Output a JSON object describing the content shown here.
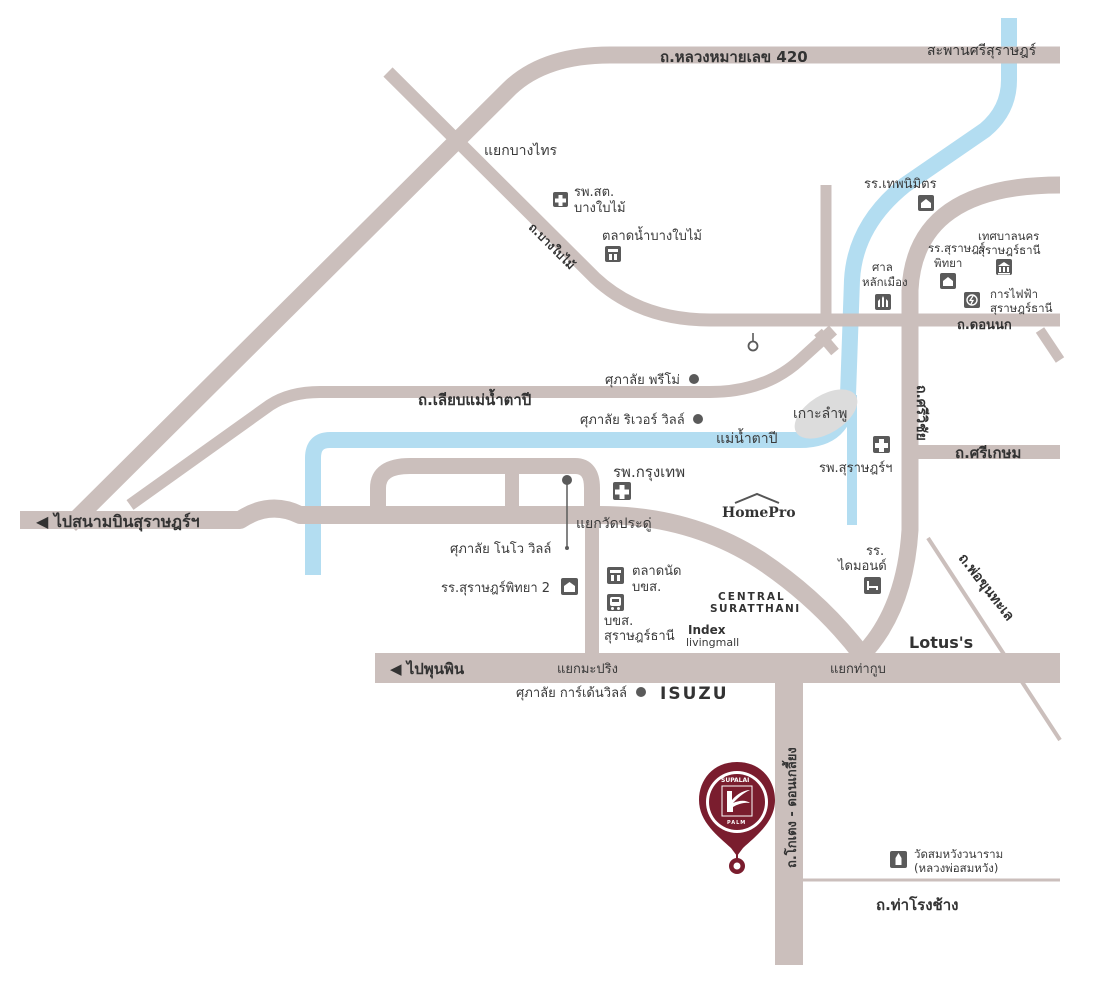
{
  "colors": {
    "road": "#cbbfbc",
    "river": "#b3ddf1",
    "island": "#dcdcdc",
    "icon": "#5a5a5a",
    "pin": "#7a1d2e",
    "text": "#333333"
  },
  "roads": {
    "luang_420": "ถ.หลวงหมายเลข 420",
    "bridge": "สะพานศรีสุราษฎร์",
    "bang_bai_mai": "ถ.บางใบไม้",
    "don_nok": "ถ.ดอนนก",
    "liap_mae_nam": "ถ.เลียบแม่น้ำตาปี",
    "si_wichai": "ถ.ศรีวิชัย",
    "si_kasem": "ถ.ศรีเกษม",
    "pho_khun_thale": "ถ.พ่อขุนทะเล",
    "to_airport": "◀ ไปสนามบินสุราษฎร์ฯ",
    "to_phunphin": "◀ ไปพุนพิน",
    "kho_khe": "ถ.โกเตง - ดอนเกลี้ยง",
    "tha_rong_chang": "ถ.ท่าโรงช้าง"
  },
  "junctions": {
    "bang_sai": "แยกบางไทร",
    "wat_pradu": "แยกวัดประดู่",
    "ma_prang": "แยกมะปริง",
    "tha_kup": "แยกท่ากูบ"
  },
  "water": {
    "river": "แม่น้ำตาปี",
    "island": "เกาะลำพู"
  },
  "places": {
    "hospital_bang_bai_mai": [
      "รพ.สต.",
      "บางใบไม้"
    ],
    "market_bang_bai_mai": "ตลาดน้ำบางใบไม้",
    "school_thep_nimit": "รร.เทพนิมิตร",
    "municipality": [
      "เทศบาลนคร",
      "สุราษฎร์ธานี"
    ],
    "school_surat_phitthaya": [
      "รร.สุราษฎร์",
      "พิทยา"
    ],
    "city_pillar": [
      "ศาล",
      "หลักเมือง"
    ],
    "electricity": [
      "การไฟฟ้า",
      "สุราษฎร์ธานี"
    ],
    "hall_primo": "ศุภาลัย พรีโม่",
    "hall_river_ville": "ศุภาลัย ริเวอร์ วิลล์",
    "hospital_bangkok": "รพ.กรุงเทพ",
    "hospital_surat": "รพ.สุราษฎร์ฯ",
    "hall_novo": "ศุภาลัย โนโว วิลล์",
    "school_surat_2": "รร.สุราษฎร์พิทยา 2",
    "market_bks": [
      "ตลาดนัด",
      "บขส."
    ],
    "bus_station": [
      "บขส.",
      "สุราษฎร์ธานี"
    ],
    "school_diamond": [
      "รร.",
      "ไดมอนด์"
    ],
    "hall_garden": "ศุภาลัย การ์เด้นวิลล์",
    "temple": [
      "วัดสมหวังวนาราม",
      "(หลวงพ่อสมหวัง)"
    ]
  },
  "brands": {
    "homepro": "HomePro",
    "central": [
      "CENTRAL",
      "SURATTHANI"
    ],
    "index": [
      "Index",
      "livingmall"
    ],
    "lotus": "Lotus's",
    "isuzu": "ISUZU",
    "supalai_top": "SUPALAI",
    "supalai_bottom": "PALM"
  }
}
